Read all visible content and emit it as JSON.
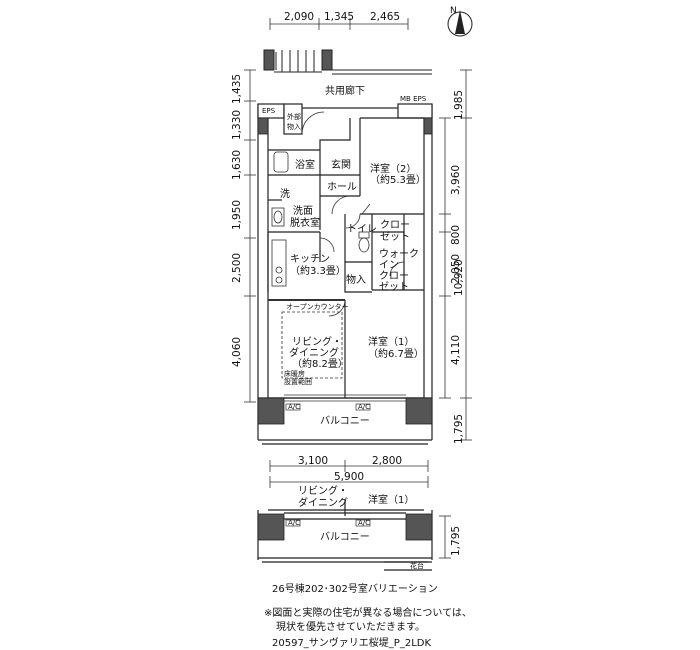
{
  "north_label": "N",
  "top_dims": [
    "2,090",
    "1,345",
    "2,465"
  ],
  "corridor_label": "共用廊下",
  "mb_eps_label": "MB EPS",
  "eps_label": "EPS",
  "gaibu_storage": [
    "外部",
    "物入"
  ],
  "left_dims": [
    "1,435",
    "1,330",
    "1,630",
    "1,950",
    "2,500",
    "4,060"
  ],
  "right_dims": [
    "1,985",
    "3,960",
    "800",
    "2,050",
    "4,110",
    "1,795"
  ],
  "right_total": "10,920",
  "rooms": {
    "bath": "浴室",
    "entrance": "玄関",
    "hall": "ホール",
    "western2": [
      "洋室（2）",
      "（約5.3畳）"
    ],
    "laundry": "洗",
    "dressing": [
      "洗面",
      "脱衣室"
    ],
    "toilet": "トイレ",
    "closet": [
      "クロー",
      "ゼット"
    ],
    "kitchen": [
      "キッチン",
      "（約3.3畳）"
    ],
    "storage": "物入",
    "walkin": [
      "ウォーク",
      "イン",
      "クロー",
      "ゼット"
    ],
    "counter": "オープンカウンター",
    "living": [
      "リビング・",
      "ダイニング",
      "（約8.2畳）"
    ],
    "floor_heating": [
      "床暖房",
      "設置範囲"
    ],
    "western1": [
      "洋室（1）",
      "（約6.7畳）"
    ],
    "balcony": "バルコニー",
    "ac": "A/C"
  },
  "bottom_dims": [
    "3,100",
    "2,800"
  ],
  "bottom_total": "5,900",
  "variation": {
    "living": [
      "リビング・",
      "ダイニング"
    ],
    "western1": "洋室（1）",
    "balcony": "バルコニー",
    "dim": "1,795",
    "planter": "花台"
  },
  "caption": "26号棟202･302号室バリエーション",
  "note_lines": [
    "※図面と実際の住宅が異なる場合については、",
    "現状を優先させていただきます。"
  ],
  "footer": "20597_サンヴァリエ桜堤_P_2LDK"
}
